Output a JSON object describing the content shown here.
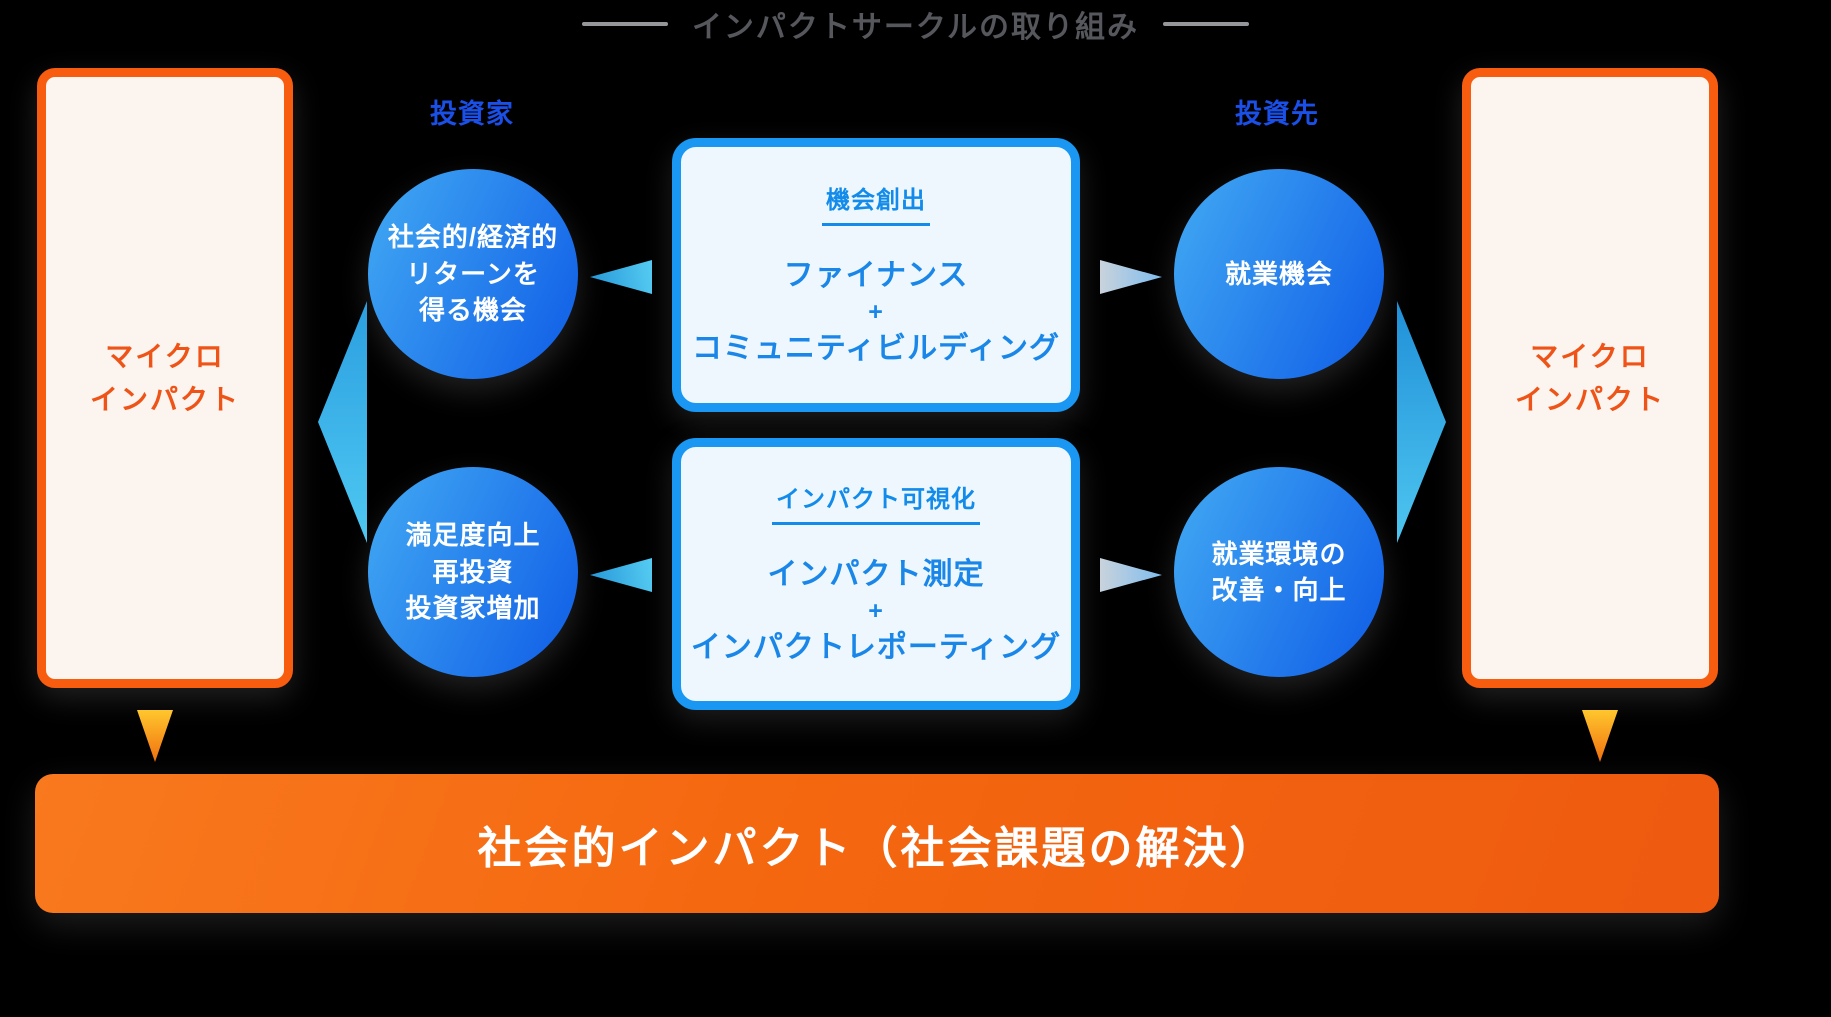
{
  "title": {
    "text": "インパクトサークルの取り組み"
  },
  "actors": {
    "investor": "投資家",
    "investee": "投資先"
  },
  "micro_boxes": {
    "left": {
      "line1": "マイクロ",
      "line2": "インパクト"
    },
    "right": {
      "line1": "マイクロ",
      "line2": "インパクト"
    }
  },
  "circles": {
    "investor_top": {
      "lines": [
        "社会的/経済的",
        "リターンを",
        "得る機会"
      ]
    },
    "investor_bottom": {
      "lines": [
        "満足度向上",
        "再投資",
        "投資家増加"
      ]
    },
    "investee_top": {
      "lines": [
        "就業機会"
      ]
    },
    "investee_bottom": {
      "lines": [
        "就業環境の",
        "改善・向上"
      ]
    }
  },
  "action_boxes": {
    "top": {
      "header": "機会創出",
      "line1": "ファイナンス",
      "plus": "+",
      "line2": "コミュニティビルディング"
    },
    "bottom": {
      "header": "インパクト可視化",
      "line1": "インパクト測定",
      "plus": "+",
      "line2": "インパクトレポーティング"
    }
  },
  "bottom_bar": {
    "text": "社会的インパクト（社会課題の解決）"
  },
  "colors": {
    "accent_orange": "#f85c0f",
    "orange_text": "#ee5418",
    "cream_fill": "#fcf4ee",
    "accent_blue_border": "#1997f2",
    "light_blue_fill": "#edf7fd",
    "blue_text": "#1a87e8",
    "label_blue": "#1a4fe8",
    "circle_gradient_start": "#3ea4f2",
    "circle_gradient_end": "#1565e8",
    "bar_gradient_start": "#f9791e",
    "bar_gradient_end": "#ee5a10",
    "title_gray": "#56575c"
  }
}
